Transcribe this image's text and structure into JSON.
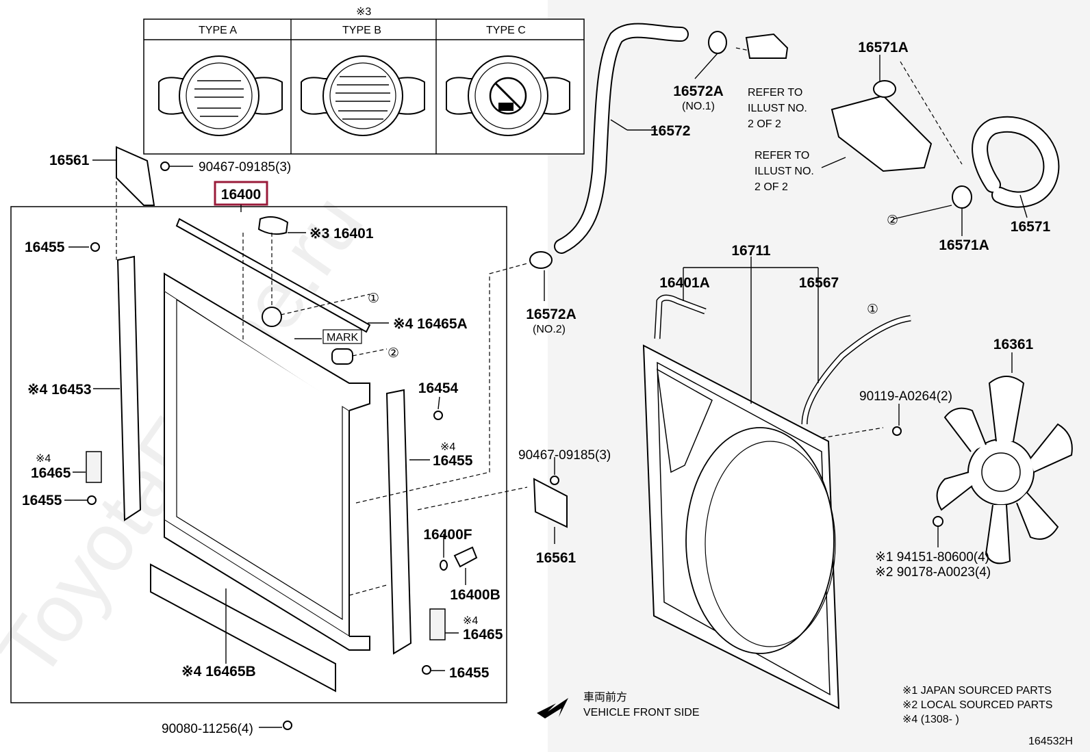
{
  "cap_types": {
    "group_mark": "※3",
    "headers": [
      "TYPE A",
      "TYPE B",
      "TYPE C"
    ]
  },
  "highlight_part": "16400",
  "callout_labels": [
    "16561",
    "90467-09185(3)",
    "16455",
    "※3 16401",
    "①",
    "※4 16465A",
    "MARK",
    "②",
    "※4 16453",
    "※4",
    "16465",
    "16455",
    "16454",
    "16455",
    "※4",
    "90467-09185(3)",
    "16561",
    "16400F",
    "16400B",
    "※4",
    "16465",
    "16455",
    "※4 16465B",
    "90080-11256(4)",
    "16572A",
    "(NO.1)",
    "16572",
    "REFER TO",
    "ILLUST NO.",
    "2 OF 2",
    "16571A",
    "REFER TO",
    "ILLUST NO.",
    "2 OF 2",
    "②",
    "16571A",
    "16571",
    "16572A",
    "(NO.2)",
    "16711",
    "16401A",
    "16567",
    "①",
    "16361",
    "90119-A0264(2)",
    "※1  94151-80600(4)",
    "※2  90178-A0023(4)"
  ],
  "direction": {
    "jp": "車両前方",
    "en": "VEHICLE FRONT SIDE"
  },
  "notes": [
    "※1 JAPAN SOURCED PARTS",
    "※2 LOCAL SOURCED PARTS",
    "※4 (1308-       )"
  ],
  "illustration_id": "164532H",
  "watermark": "ToyotaFMine.ru"
}
